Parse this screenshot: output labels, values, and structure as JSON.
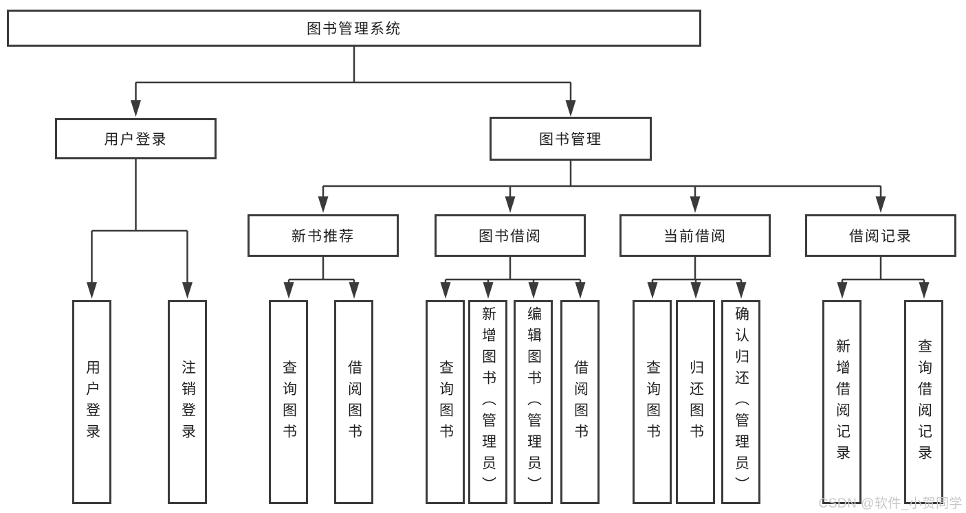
{
  "nodes": {
    "root": "图书管理系统",
    "user_login": "用户登录",
    "book_management": "图书管理",
    "new_book_recommend": "新书推荐",
    "book_borrowing": "图书借阅",
    "current_borrowing": "当前借阅",
    "borrowing_records": "借阅记录",
    "leaf_user_login": "用户登录",
    "leaf_logout_login": "注销登录",
    "leaf_query_books_recommend": "查询图书",
    "leaf_borrow_books_recommend": "借阅图书",
    "leaf_query_books_borrowing": "查询图书",
    "leaf_add_books_admin": "新增图书（管理员）",
    "leaf_edit_books_admin": "编辑图书（管理员）",
    "leaf_borrow_books_borrowing": "借阅图书",
    "leaf_query_books_current": "查询图书",
    "leaf_return_books": "归还图书",
    "leaf_confirm_return_admin": "确认归还（管理员）",
    "leaf_add_borrow_record": "新增借阅记录",
    "leaf_query_borrow_record": "查询借阅记录"
  },
  "hierarchy": {
    "图书管理系统": {
      "用户登录": [
        "用户登录",
        "注销登录"
      ],
      "图书管理": {
        "新书推荐": [
          "查询图书",
          "借阅图书"
        ],
        "图书借阅": [
          "查询图书",
          "新增图书（管理员）",
          "编辑图书（管理员）",
          "借阅图书"
        ],
        "当前借阅": [
          "查询图书",
          "归还图书",
          "确认归还（管理员）"
        ],
        "借阅记录": [
          "新增借阅记录",
          "查询借阅记录"
        ]
      }
    }
  },
  "watermark": "CSDN @软件_小贺同学",
  "colors": {
    "line": "#3a3a3a",
    "box_border": "#3b3b3b",
    "text": "#1f1f1f",
    "watermark": "#c8c8c8",
    "bg": "#ffffff"
  }
}
